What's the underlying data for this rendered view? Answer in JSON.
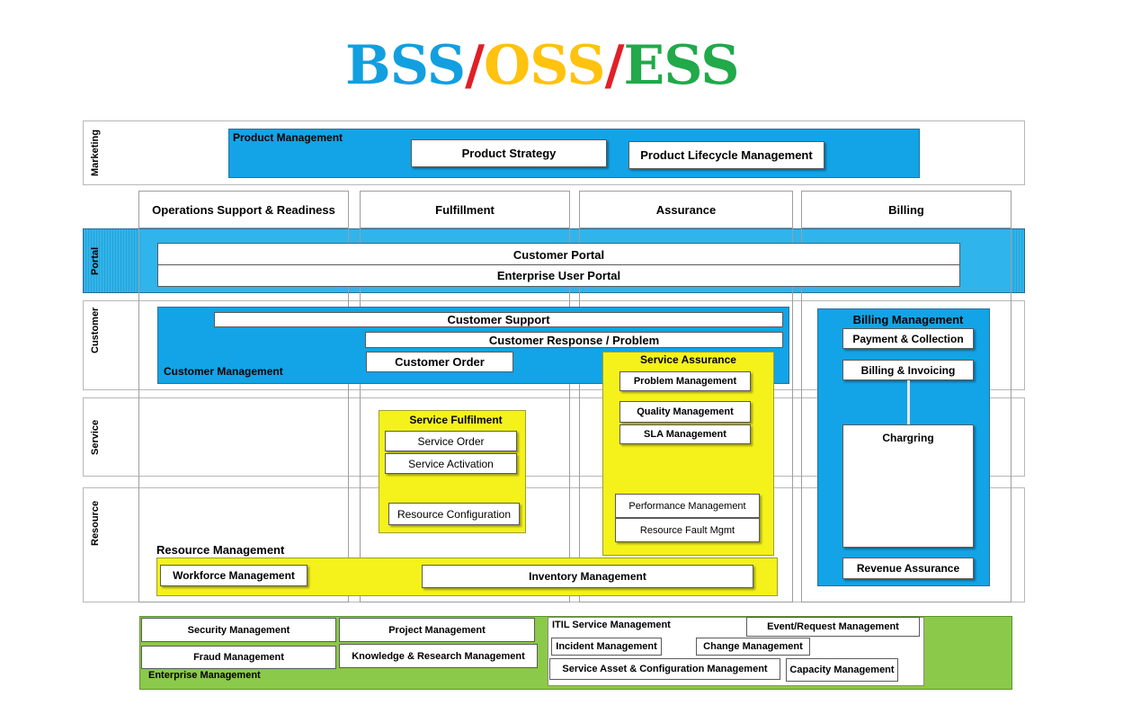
{
  "title": {
    "bss": "BSS",
    "oss": "OSS",
    "ess": "ESS",
    "sep": "/"
  },
  "rows": {
    "marketing": "Marketing",
    "portal": "Portal",
    "customer": "Customer",
    "service": "Service",
    "resource": "Resource"
  },
  "columns": {
    "ops": "Operations Support & Readiness",
    "fulfillment": "Fulfillment",
    "assurance": "Assurance",
    "billing": "Billing"
  },
  "product": {
    "label": "Product Management",
    "strategy": "Product Strategy",
    "lifecycle": "Product Lifecycle Management"
  },
  "portal": {
    "customer": "Customer Portal",
    "enterprise": "Enterprise User Portal"
  },
  "customer_mgmt": {
    "label": "Customer Management",
    "support": "Customer Support",
    "response": "Customer Response / Problem",
    "order": "Customer Order"
  },
  "service_fulfilment": {
    "label": "Service Fulfilment",
    "order": "Service Order",
    "activation": "Service Activation",
    "resource_config": "Resource Configuration"
  },
  "service_assurance": {
    "label": "Service Assurance",
    "problem": "Problem Management",
    "quality": "Quality Management",
    "sla": "SLA Management",
    "performance": "Performance Management",
    "fault": "Resource Fault Mgmt"
  },
  "billing_mgmt": {
    "label": "Billing Management",
    "payment": "Payment & Collection",
    "invoicing": "Billing & Invoicing",
    "charging": "Chargring",
    "revenue": "Revenue Assurance"
  },
  "resource_mgmt": {
    "label": "Resource Management",
    "workforce": "Workforce Management",
    "inventory": "Inventory Management"
  },
  "enterprise": {
    "label": "Enterprise Management",
    "security": "Security  Management",
    "project": "Project Management",
    "fraud": "Fraud  Management",
    "knowledge": "Knowledge & Research Management",
    "itil": {
      "label": "ITIL Service Management",
      "event": "Event/Request Management",
      "incident": "Incident  Management",
      "change": "Change Management",
      "asset": "Service Asset & Configuration Management",
      "capacity": "Capacity Management"
    }
  },
  "colors": {
    "blue": "#12a4e6",
    "yellow": "#f4f21a",
    "green": "#8bc94a",
    "title_blue": "#129fe0",
    "title_yellow": "#ffc20e",
    "title_green": "#21a94a",
    "title_red": "#e11f26"
  }
}
